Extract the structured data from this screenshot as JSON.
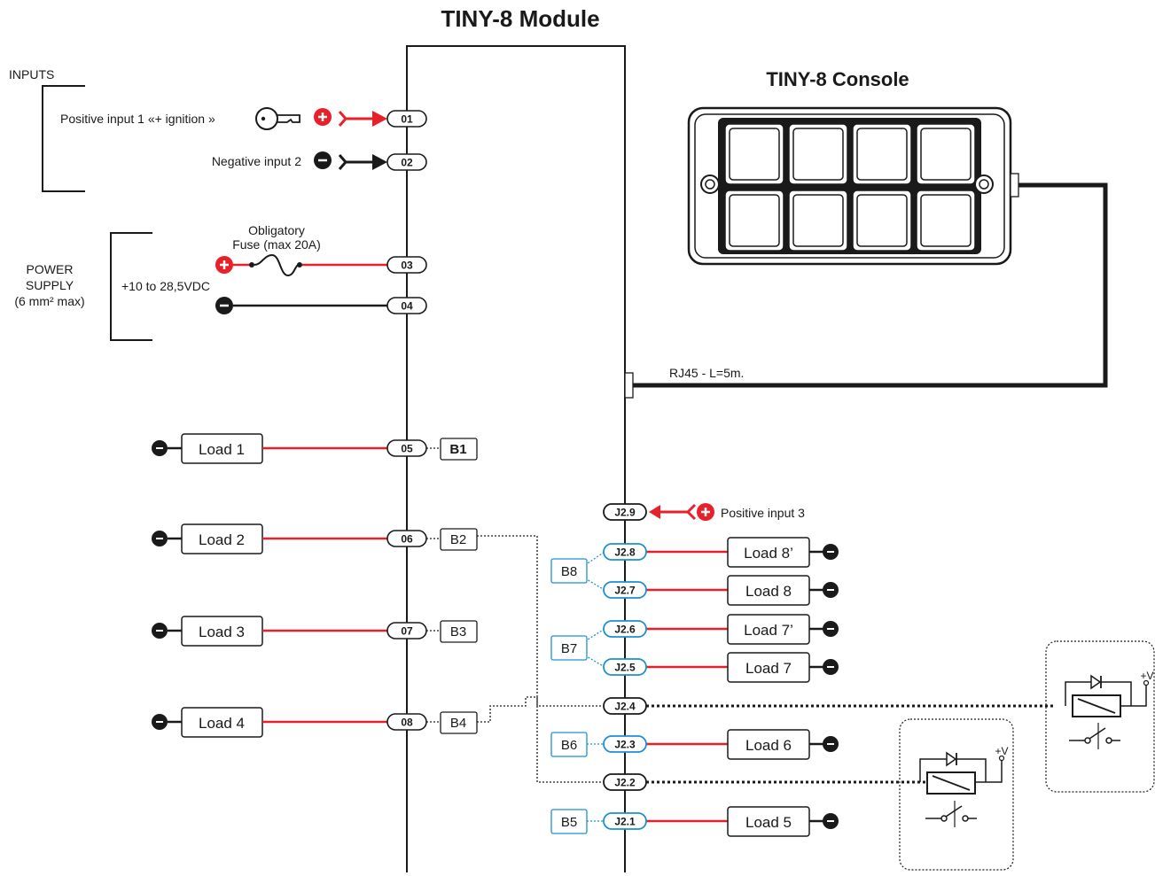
{
  "module_title": "TINY-8 Module",
  "console_title": "TINY-8 Console",
  "inputs": {
    "group_label": "INPUTS",
    "positive_input_label": "Positive input 1  «+ ignition »",
    "negative_input_label": "Negative input 2"
  },
  "power": {
    "group_label_lines": [
      "POWER",
      "SUPPLY",
      "(6 mm² max)"
    ],
    "voltage_label": "+10 to 28,5VDC",
    "fuse_label_lines": [
      "Obligatory",
      "Fuse (max 20A)"
    ]
  },
  "cable_label": "RJ45 - L=5m.",
  "positive_input_3_label": "Positive input 3",
  "left_terminals": [
    "01",
    "02",
    "03",
    "04",
    "05",
    "06",
    "07",
    "08"
  ],
  "left_loads": [
    {
      "label": "Load 1",
      "terminal": "05",
      "button": "B1"
    },
    {
      "label": "Load 2",
      "terminal": "06",
      "button": "B2"
    },
    {
      "label": "Load 3",
      "terminal": "07",
      "button": "B3"
    },
    {
      "label": "Load 4",
      "terminal": "08",
      "button": "B4"
    }
  ],
  "right_terminals": [
    "J2.9",
    "J2.8",
    "J2.7",
    "J2.6",
    "J2.5",
    "J2.4",
    "J2.3",
    "J2.2",
    "J2.1"
  ],
  "right_loads": [
    {
      "label": "Load 8’",
      "terminal": "J2.8"
    },
    {
      "label": "Load 8",
      "terminal": "J2.7"
    },
    {
      "label": "Load 7’",
      "terminal": "J2.6"
    },
    {
      "label": "Load 7",
      "terminal": "J2.5"
    },
    {
      "label": "Load 6",
      "terminal": "J2.3"
    },
    {
      "label": "Load 5",
      "terminal": "J2.1"
    }
  ],
  "right_buttons": [
    "B8",
    "B7",
    "B6",
    "B5"
  ],
  "relay_supply_label": "+V",
  "colors": {
    "positive": "#e8202a",
    "negative": "#1a1a1a",
    "blue": "#1e90d0",
    "frame": "#1a1a1a"
  },
  "icons": [
    "plus-icon",
    "minus-icon",
    "key-icon",
    "fuse-icon",
    "connector-arrow-icon",
    "relay-coil-icon",
    "diode-icon",
    "switch-contact-icon"
  ]
}
